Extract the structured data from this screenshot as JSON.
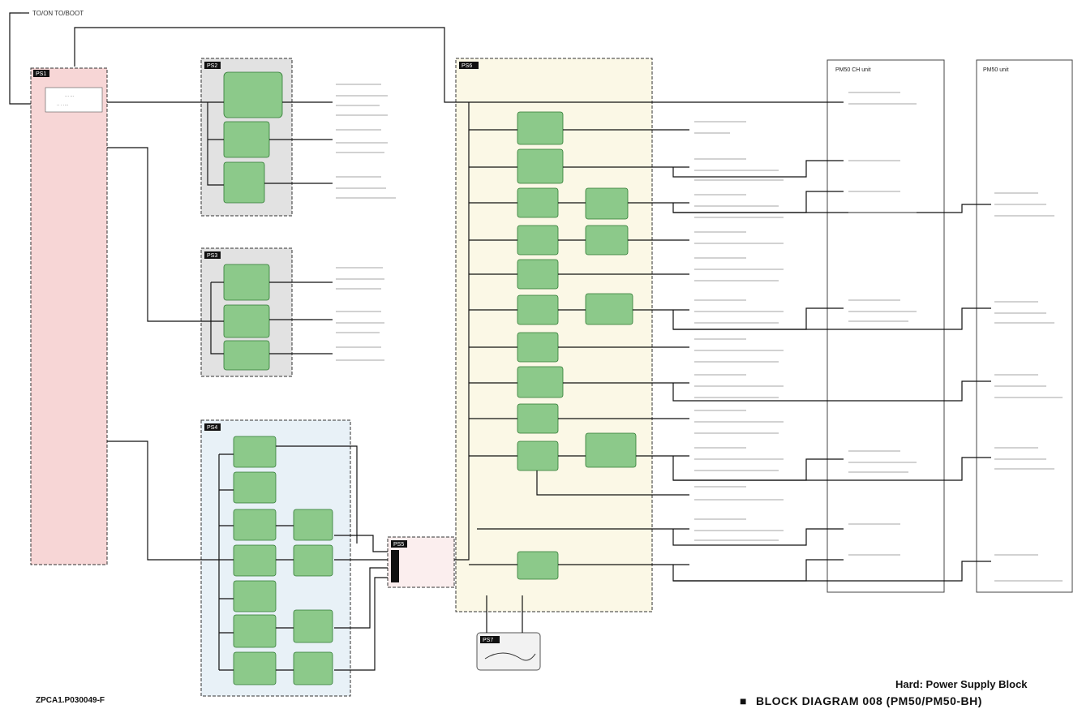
{
  "header": {
    "top_label": "TO/ON   TO/BOOT"
  },
  "footer": {
    "part_number": "ZPCA1.P030049-F",
    "subtitle": "Hard: Power Supply Block",
    "marker": "■",
    "title": "BLOCK DIAGRAM 008  (PM50/PM50-BH)"
  },
  "blocks": {
    "source": "PS1",
    "upper_regulator": "PS2",
    "middle_regulator": "PS3",
    "lower_regulator": "PS4",
    "converter": "PS5",
    "main_power": "PS6",
    "switch_unit": "PS7"
  },
  "columns": {
    "left": "PM50 CH unit",
    "right": "PM50 unit"
  },
  "colors": {
    "regulator_fill": "#8cc98a",
    "regulator_stroke": "#2f7a33",
    "source_fill": "#f7d6d6",
    "upper_bg": "#e2e2e2",
    "lower_bg": "#e8f1f7",
    "main_bg": "#fbf8e6",
    "line": "#111111"
  }
}
